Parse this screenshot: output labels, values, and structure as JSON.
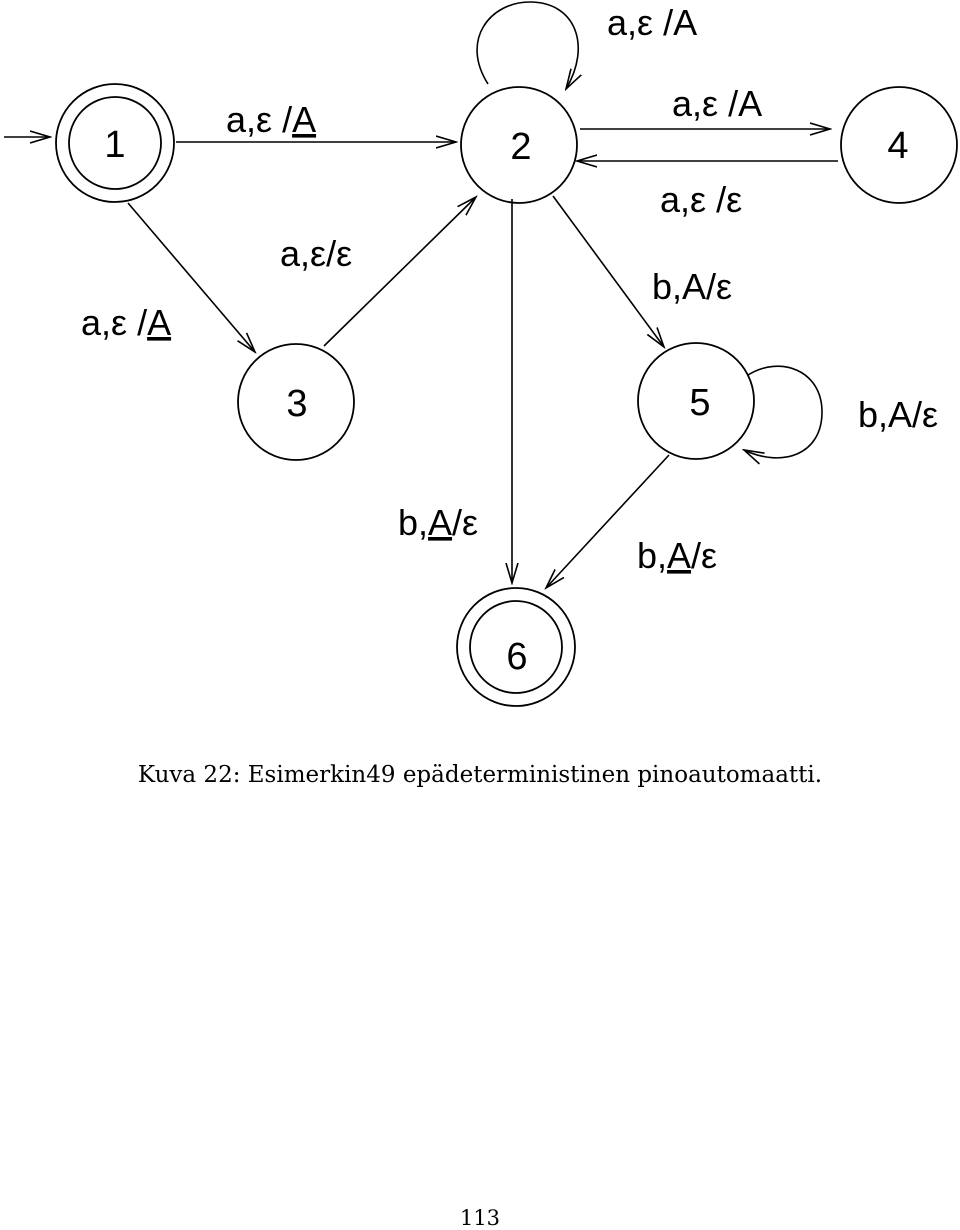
{
  "states": [
    {
      "id": "1",
      "label": "1",
      "accepting": true,
      "initial": true
    },
    {
      "id": "2",
      "label": "2",
      "accepting": false
    },
    {
      "id": "3",
      "label": "3",
      "accepting": false
    },
    {
      "id": "4",
      "label": "4",
      "accepting": false
    },
    {
      "id": "5",
      "label": "5",
      "accepting": false
    },
    {
      "id": "6",
      "label": "6",
      "accepting": true
    }
  ],
  "transitions": [
    {
      "from": "1",
      "to": "2",
      "label": "a,ε /A",
      "underline": "A"
    },
    {
      "from": "1",
      "to": "3",
      "label": "a,ε /A",
      "underline": "A"
    },
    {
      "from": "3",
      "to": "2",
      "label": "a,ε/ε"
    },
    {
      "from": "2",
      "to": "2",
      "label": "a,ε /A"
    },
    {
      "from": "2",
      "to": "4",
      "label": "a,ε /A"
    },
    {
      "from": "4",
      "to": "2",
      "label": "a,ε /ε"
    },
    {
      "from": "2",
      "to": "5",
      "label": "b,A/ε"
    },
    {
      "from": "5",
      "to": "5",
      "label": "b,A/ε"
    },
    {
      "from": "2",
      "to": "6",
      "label": "b,A/ε",
      "underline": "A"
    },
    {
      "from": "5",
      "to": "6",
      "label": "b,A/ε",
      "underline": "A"
    }
  ],
  "caption": {
    "prefix": "Kuva 22:",
    "text": "Esimerkin49 epädeterministinen pinoautomaatti."
  },
  "page_number": "113"
}
